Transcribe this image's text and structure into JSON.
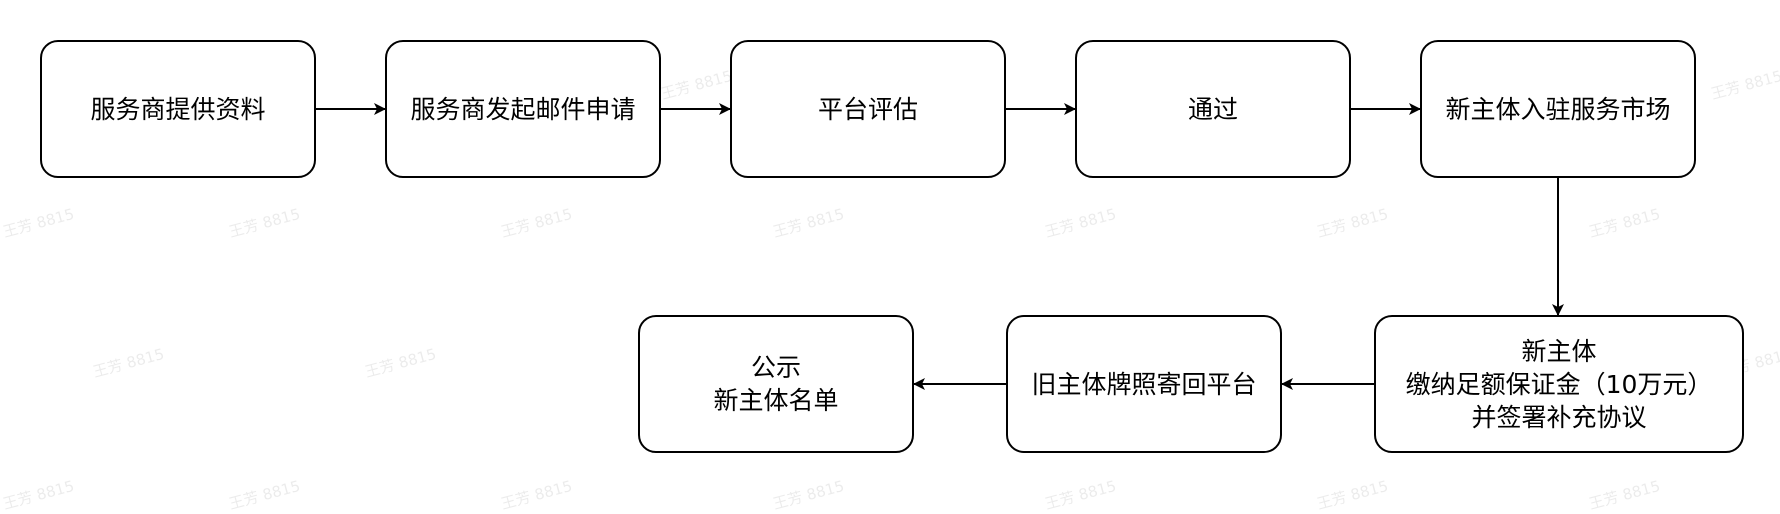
{
  "diagram": {
    "nodes": [
      {
        "id": "b1",
        "label": "服务商提供资料"
      },
      {
        "id": "b2",
        "label": "服务商发起邮件申请"
      },
      {
        "id": "b3",
        "label": "平台评估"
      },
      {
        "id": "b4",
        "label": "通过"
      },
      {
        "id": "b5",
        "label": "新主体入驻服务市场"
      },
      {
        "id": "b6",
        "label": "新主体\n缴纳足额保证金（10万元）\n并签署补充协议"
      },
      {
        "id": "b7",
        "label": "旧主体牌照寄回平台"
      },
      {
        "id": "b8",
        "label": "公示\n新主体名单"
      }
    ],
    "edges": [
      {
        "from": "b1",
        "to": "b2"
      },
      {
        "from": "b2",
        "to": "b3"
      },
      {
        "from": "b3",
        "to": "b4"
      },
      {
        "from": "b4",
        "to": "b5"
      },
      {
        "from": "b5",
        "to": "b6"
      },
      {
        "from": "b6",
        "to": "b7"
      },
      {
        "from": "b7",
        "to": "b8"
      }
    ]
  },
  "watermark": {
    "text": "王芳 8815"
  }
}
